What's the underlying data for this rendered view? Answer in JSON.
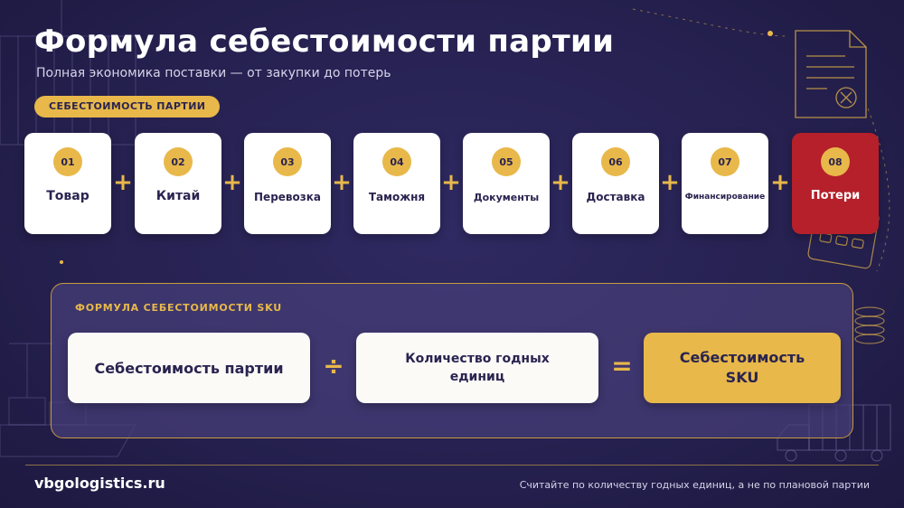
{
  "header": {
    "title": "Формула себестоимости партии",
    "subtitle": "Полная экономика поставки — от закупки до потерь",
    "pill": "СЕБЕСТОИМОСТЬ ПАРТИИ"
  },
  "steps": [
    {
      "num": "01",
      "label": "Товар"
    },
    {
      "num": "02",
      "label": "Китай"
    },
    {
      "num": "03",
      "label": "Перевозка"
    },
    {
      "num": "04",
      "label": "Таможня"
    },
    {
      "num": "05",
      "label": "Документы"
    },
    {
      "num": "06",
      "label": "Доставка"
    },
    {
      "num": "07",
      "label": "Финансирование"
    },
    {
      "num": "08",
      "label": "Потери"
    }
  ],
  "operators": {
    "plus": "+",
    "divide": "÷",
    "equals": "="
  },
  "formula": {
    "label": "ФОРМУЛА СЕБЕСТОИМОСТИ SKU",
    "numerator": "Себестоимость партии",
    "denominator": "Количество годных единиц",
    "result": "Себестоимость SKU"
  },
  "footer": {
    "site": "vbgologistics.ru",
    "note": "Считайте по количеству годных единиц, а не по плановой партии"
  },
  "colors": {
    "accent": "#e8b84a",
    "loss": "#b5202a",
    "background": "#24204a"
  },
  "icons": [
    "document-icon",
    "calculator-icon",
    "container-icon",
    "ship-icon",
    "truck-icon",
    "coins-icon"
  ]
}
